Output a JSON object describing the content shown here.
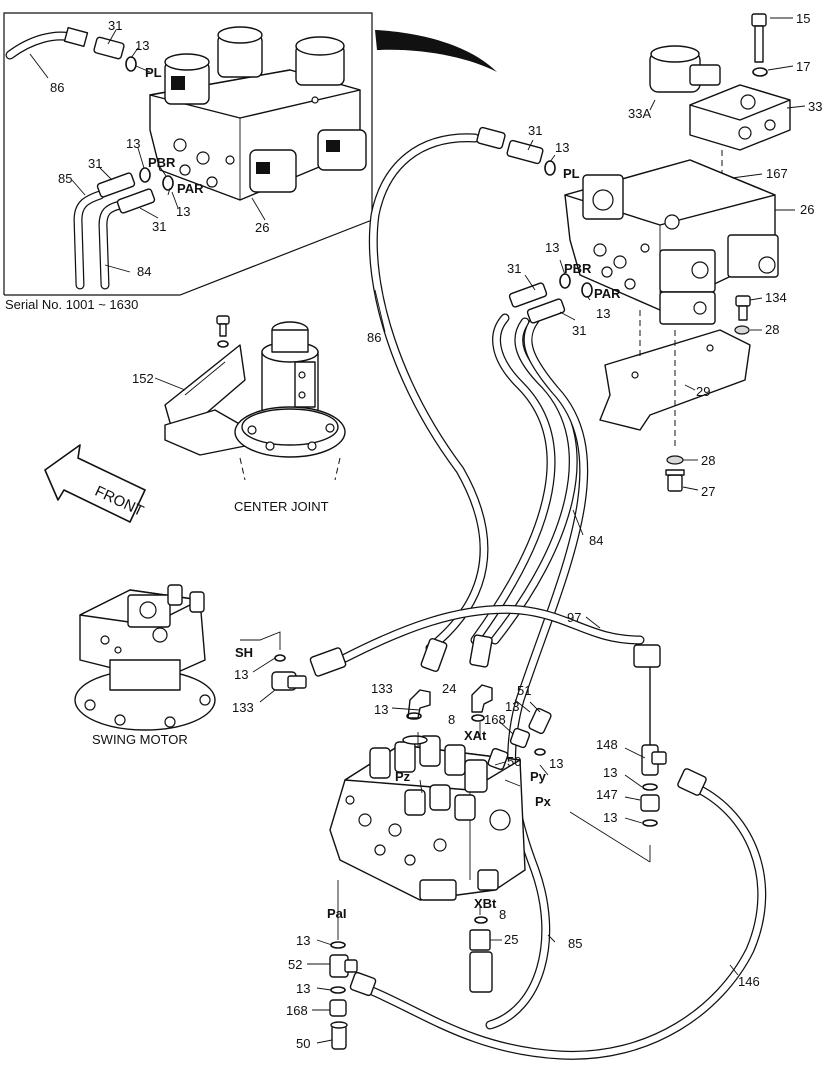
{
  "callouts": {
    "c15": "15",
    "c17": "17",
    "c33": "33",
    "c33a": "33A",
    "c167": "167",
    "c26_main": "26",
    "c31_main_top": "31",
    "c13_main_top": "13",
    "pl_main": "PL",
    "c13_pbr_main": "13",
    "pbr_main": "PBR",
    "c31_pbr_main": "31",
    "par_main": "PAR",
    "c13_par_main": "13",
    "c31_par_main": "31",
    "c134": "134",
    "c28_top": "28",
    "c29": "29",
    "c28_bot": "28",
    "c27": "27",
    "c86_main": "86",
    "c84_main": "84",
    "c97": "97",
    "c152": "152",
    "c133_a": "133",
    "c13_a": "13",
    "c24": "24",
    "c8_a": "8",
    "c51": "51",
    "c168_a": "168",
    "c13_b": "13",
    "xat": "XAt",
    "pz": "Pz",
    "c50_a": "50",
    "py": "Py",
    "c13_py": "13",
    "px": "Px",
    "c148": "148",
    "c13_c": "13",
    "c147": "147",
    "c13_d": "13",
    "sh": "SH",
    "c13_sh": "13",
    "c133_sh": "133",
    "pal": "PaI",
    "c13_pal1": "13",
    "c52": "52",
    "c13_pal2": "13",
    "c168_b": "168",
    "c50_b": "50",
    "xbt": "XBt",
    "c8_b": "8",
    "c25": "25",
    "c85_main": "85",
    "c146": "146",
    "in_c31_top": "31",
    "in_c13_top": "13",
    "in_pl": "PL",
    "in_c86": "86",
    "in_c13_pbr": "13",
    "in_pbr": "PBR",
    "in_c31_left": "31",
    "in_c85": "85",
    "in_c13_par": "13",
    "in_par": "PAR",
    "in_c31_bot": "31",
    "in_c26": "26",
    "in_c84": "84"
  },
  "inset": {
    "serial_note": "Serial No. 1001 ~ 1630"
  },
  "captions": {
    "center_joint": "CENTER JOINT",
    "swing_motor": "SWING MOTOR",
    "front_arrow": "FRONT"
  }
}
